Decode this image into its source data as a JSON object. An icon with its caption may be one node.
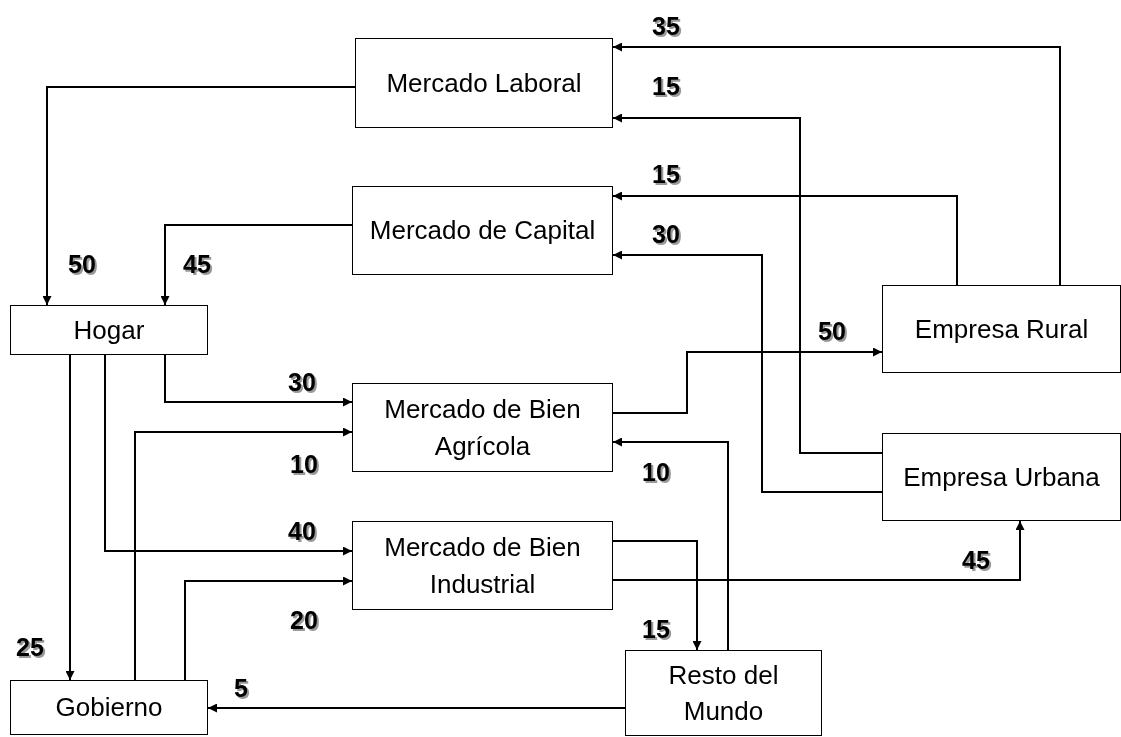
{
  "diagram": {
    "nodes": [
      {
        "text": [
          "Mercado Laboral"
        ]
      },
      {
        "text": [
          "Mercado de Capital"
        ]
      },
      {
        "text": [
          "Hogar"
        ]
      },
      {
        "text": [
          "Empresa Rural"
        ]
      },
      {
        "text": [
          "Mercado de Bien Agrícola"
        ]
      },
      {
        "text": [
          "Empresa Urbana"
        ]
      },
      {
        "text": [
          "Mercado de Bien Industrial"
        ]
      },
      {
        "text": [
          "Gobierno"
        ]
      },
      {
        "text": [
          "Resto del Mundo"
        ]
      }
    ],
    "edges": [
      {
        "from": 3,
        "to": 0,
        "arrow": "to",
        "label": "35"
      },
      {
        "from": 5,
        "to": 0,
        "arrow": "to",
        "label": "15"
      },
      {
        "from": 3,
        "to": 1,
        "arrow": "to",
        "label": "15"
      },
      {
        "from": 5,
        "to": 1,
        "arrow": "to",
        "label": "30"
      },
      {
        "from": 0,
        "to": 2,
        "arrow": "to",
        "label": "50"
      },
      {
        "from": 1,
        "to": 2,
        "arrow": "to",
        "label": "45"
      },
      {
        "from": 2,
        "to": 4,
        "arrow": "to",
        "label": "30"
      },
      {
        "from": 7,
        "to": 4,
        "arrow": "to",
        "label": "10"
      },
      {
        "from": 4,
        "to": 3,
        "arrow": "to",
        "label": "50"
      },
      {
        "from": 8,
        "to": 4,
        "arrow": "to",
        "label": "10"
      },
      {
        "from": 2,
        "to": 6,
        "arrow": "to",
        "label": "40"
      },
      {
        "from": 7,
        "to": 6,
        "arrow": "to",
        "label": "20"
      },
      {
        "from": 6,
        "to": 5,
        "arrow": "to",
        "label": "45"
      },
      {
        "from": 6,
        "to": 8,
        "arrow": "to",
        "label": "15"
      },
      {
        "from": 2,
        "to": 7,
        "arrow": "to",
        "label": "25"
      },
      {
        "from": 8,
        "to": 7,
        "arrow": "to",
        "label": "5"
      }
    ]
  }
}
